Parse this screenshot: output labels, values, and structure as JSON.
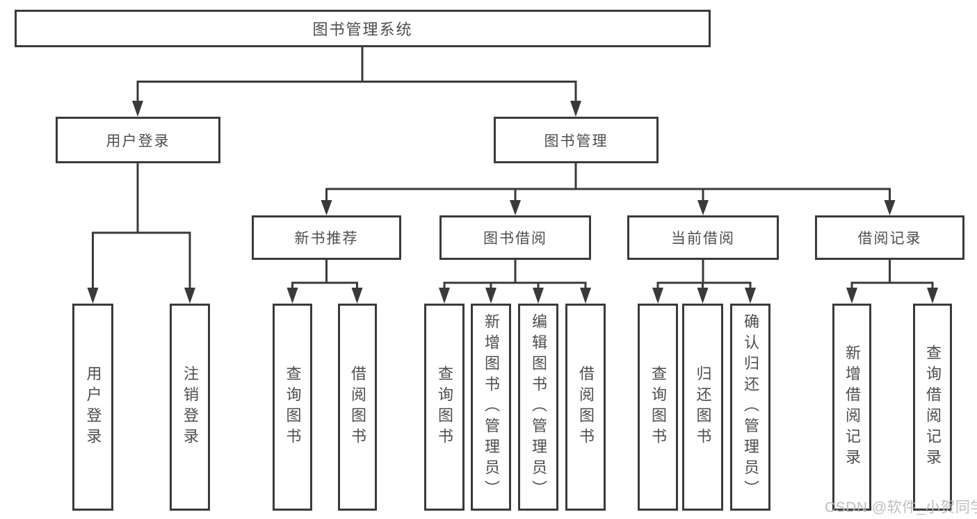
{
  "colors": {
    "line": "#3a3a3a",
    "text": "#4d4d4d",
    "background": "#ffffff",
    "watermark": "#b9b9b9"
  },
  "watermark": {
    "text": "CSDN @软件_小贺同学"
  },
  "tree": {
    "root": {
      "label": "图书管理系统"
    },
    "children": [
      {
        "label": "用户登录",
        "children": [
          {
            "label": "用户登录"
          },
          {
            "label": "注销登录"
          }
        ]
      },
      {
        "label": "图书管理",
        "children": [
          {
            "label": "新书推荐",
            "children": [
              {
                "label": "查询图书"
              },
              {
                "label": "借阅图书"
              }
            ]
          },
          {
            "label": "图书借阅",
            "children": [
              {
                "label": "查询图书"
              },
              {
                "label": "新增图书（管理员）"
              },
              {
                "label": "编辑图书（管理员）"
              },
              {
                "label": "借阅图书"
              }
            ]
          },
          {
            "label": "当前借阅",
            "children": [
              {
                "label": "查询图书"
              },
              {
                "label": "归还图书"
              },
              {
                "label": "确认归还（管理员）"
              }
            ]
          },
          {
            "label": "借阅记录",
            "children": [
              {
                "label": "新增借阅记录"
              },
              {
                "label": "查询借阅记录"
              }
            ]
          }
        ]
      }
    ]
  }
}
